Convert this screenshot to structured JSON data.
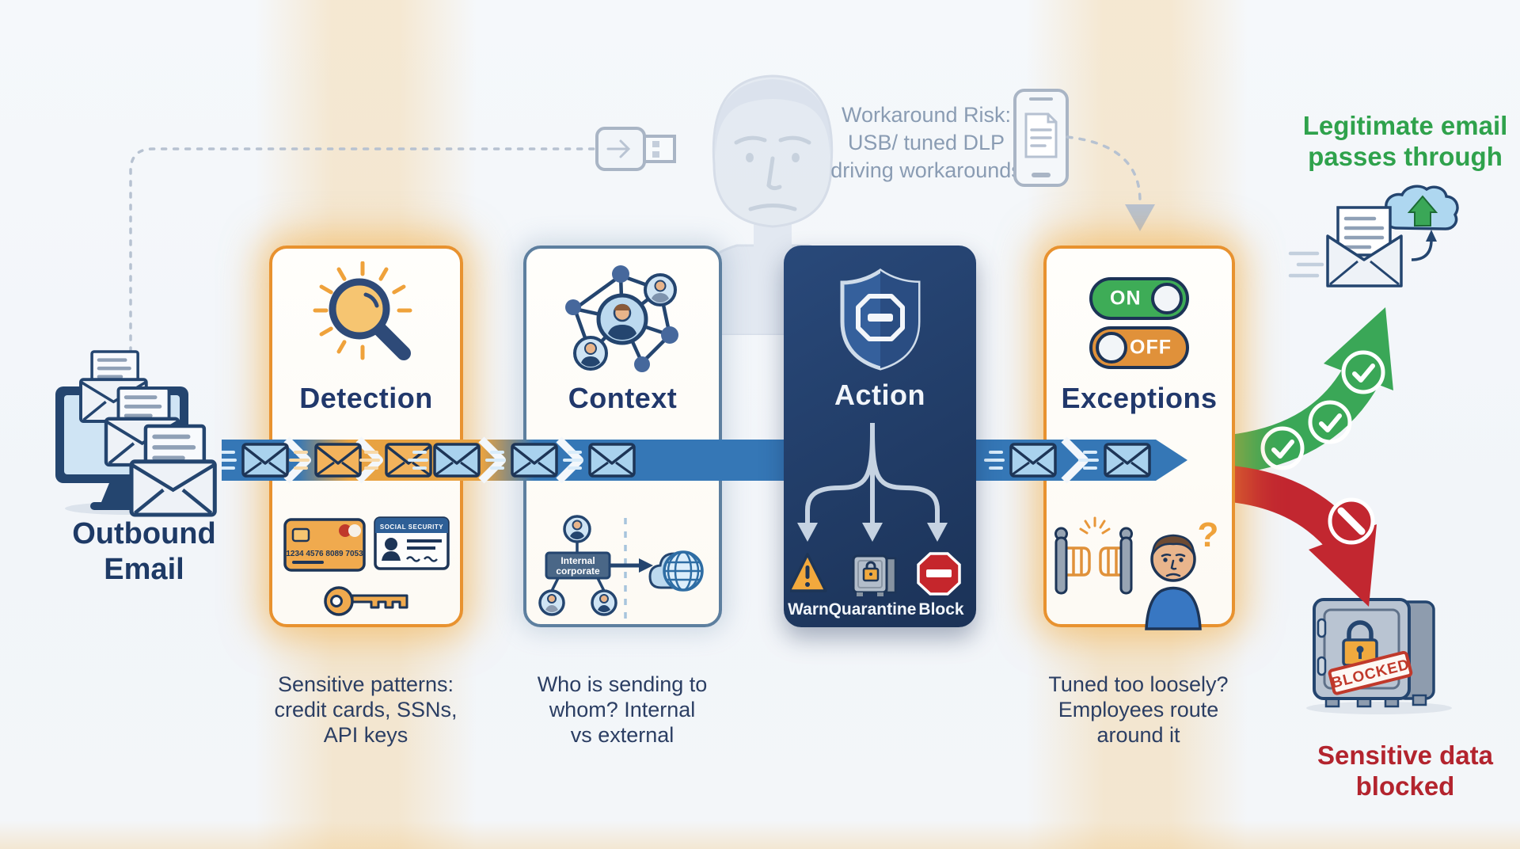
{
  "workaround_note": {
    "lines": [
      "Workaround Risk:",
      "USB/ tuned DLP",
      "driving workarounds"
    ]
  },
  "outbound": {
    "label_lines": [
      "Outbound",
      "Email"
    ]
  },
  "cards": {
    "detection": {
      "title": "Detection",
      "caption_lines": [
        "Sensitive patterns:",
        "credit cards, SSNs,",
        "API keys"
      ],
      "credit_card_number": "1234 4576 8089 7053",
      "ssn_header": "SOCIAL SECURITY"
    },
    "context": {
      "title": "Context",
      "caption_lines": [
        "Who is sending to",
        "whom? Internal",
        "vs external"
      ],
      "org_label_lines": [
        "Internal",
        "corporate"
      ]
    },
    "action": {
      "title": "Action",
      "options": [
        {
          "label": "Warn"
        },
        {
          "label": "Quarantine"
        },
        {
          "label": "Block"
        }
      ]
    },
    "exceptions": {
      "title": "Exceptions",
      "toggle_on_label": "ON",
      "toggle_off_label": "OFF",
      "question_mark": "?",
      "caption_lines": [
        "Tuned too loosely?",
        "Employees route",
        "around it"
      ]
    }
  },
  "outcomes": {
    "pass": {
      "lines": [
        "Legitimate email",
        "passes through"
      ]
    },
    "blocked": {
      "lines": [
        "Sensitive data",
        "blocked"
      ],
      "stamp": "BLOCKED"
    }
  },
  "colors": {
    "band_blue": "#3577b6",
    "band_orange": "#eda43e",
    "navy": "#21386b",
    "green": "#2fa24c",
    "red": "#b3242e",
    "orange_border": "#e8922f",
    "context_border": "#5d7f9f",
    "action_bg": "#1f3a66"
  }
}
